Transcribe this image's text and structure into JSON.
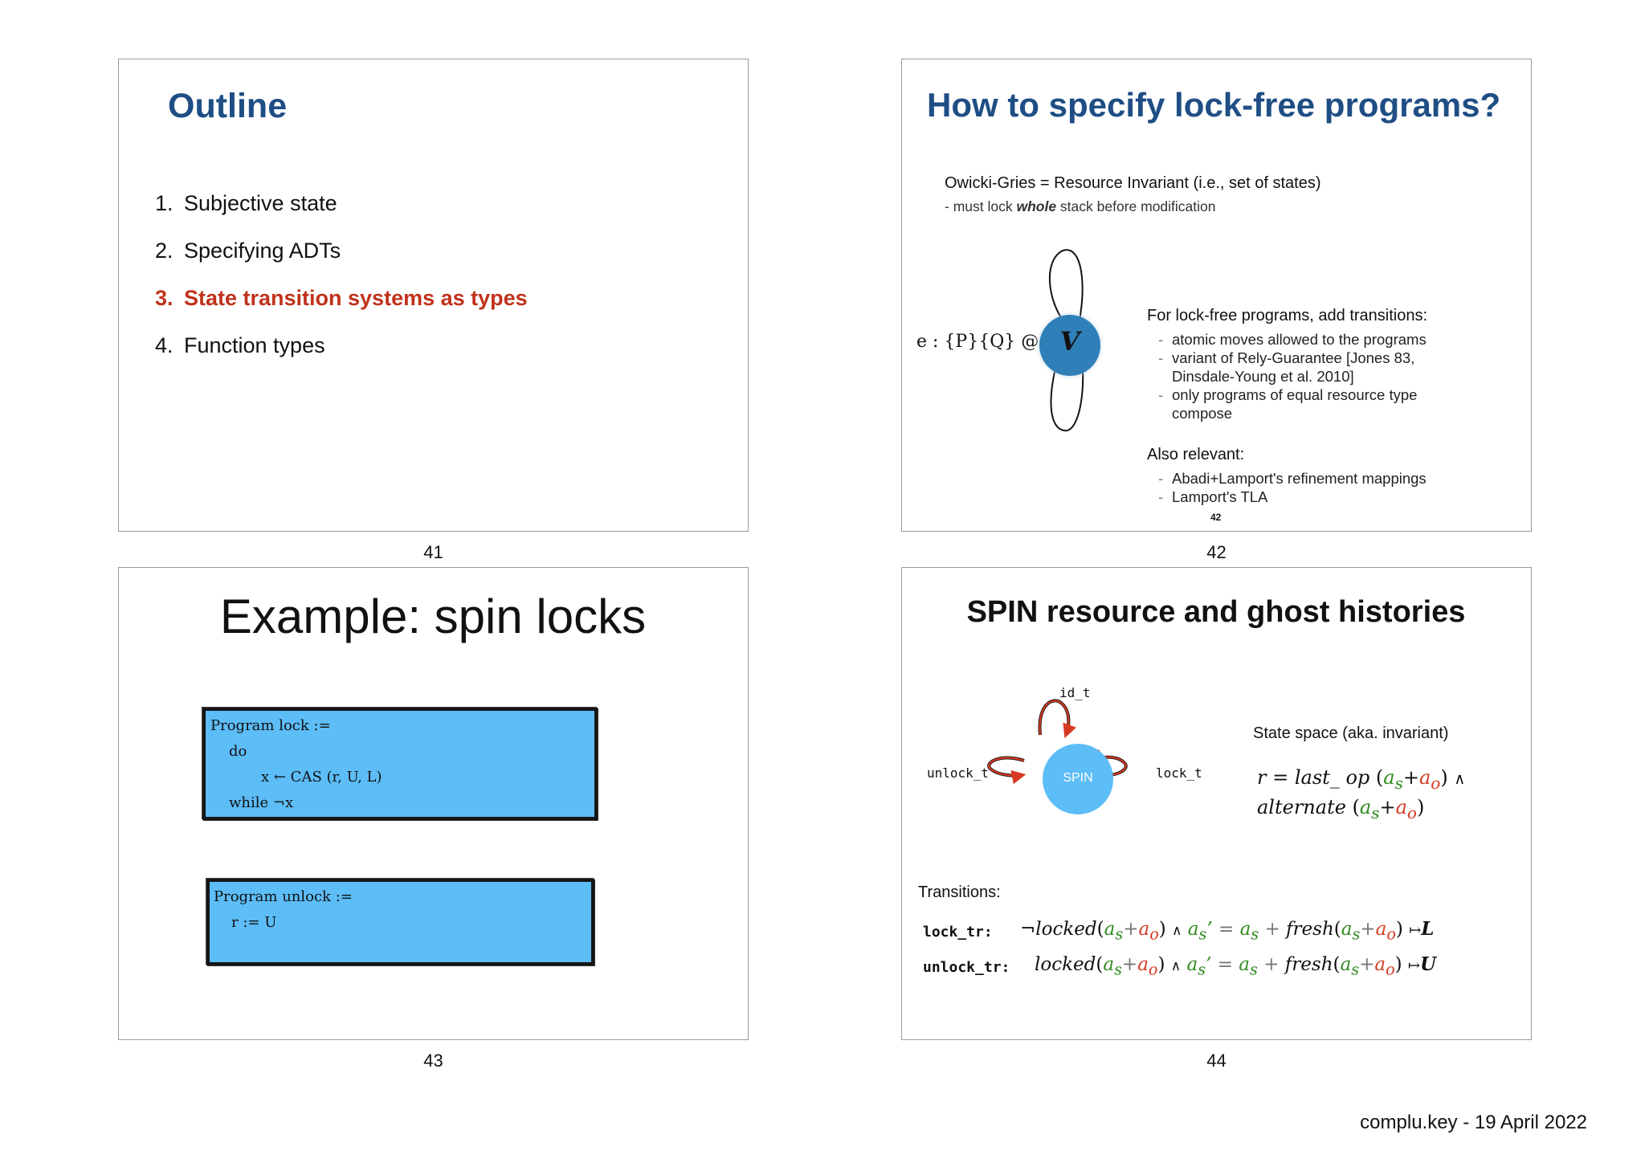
{
  "slides": {
    "s41": {
      "title": "Outline",
      "items": [
        {
          "n": "1.",
          "label": "Subjective state"
        },
        {
          "n": "2.",
          "label": "Specifying ADTs"
        },
        {
          "n": "3.",
          "label": "State transition systems as types"
        },
        {
          "n": "4.",
          "label": "Function types"
        }
      ],
      "page": "41"
    },
    "s42": {
      "title": "How to specify lock-free programs?",
      "og_line": "Owicki-Gries = Resource Invariant (i.e., set of states)",
      "og_sub_pre": "- must lock ",
      "og_sub_bold": "whole",
      "og_sub_post": " stack before modification",
      "judgement": "e : {P}{Q} @",
      "node_label": "V",
      "lf_heading": "For lock-free programs, add transitions:",
      "lf_bullets": [
        "atomic moves allowed to the programs",
        "variant of Rely-Guarantee [Jones 83,",
        "Dinsdale-Young et al. 2010]",
        "only programs of equal resource type",
        "compose"
      ],
      "also_heading": "Also relevant:",
      "also_bullets": [
        "Abadi+Lamport's refinement mappings",
        "Lamport's TLA"
      ],
      "inner_page": "42",
      "page": "42"
    },
    "s43": {
      "title": "Example: spin locks",
      "lock_code": [
        "Program lock :=",
        "do",
        "x ← CAS (r, U, L)",
        "while ¬x"
      ],
      "unlock_code": [
        "Program unlock :=",
        "r := U"
      ],
      "page": "43"
    },
    "s44": {
      "title": "SPIN resource and ghost histories",
      "id_t": "id_t",
      "unlock_t": "unlock_t",
      "lock_t": "lock_t",
      "node": "SPIN",
      "state_space": "State space (aka. invariant)",
      "inv_r": "r",
      "inv_eq": "=",
      "inv_last_op": "last_ op",
      "inv_and": "∧",
      "inv_alternate": "alternate",
      "as": "a",
      "as_sub": "s",
      "ao_sub": "o",
      "transitions_label": "Transitions:",
      "lock_tr": "lock_tr:",
      "unlock_tr": "unlock_tr:",
      "neg": "¬",
      "locked": "locked",
      "fresh": "fresh",
      "prime": "’",
      "plus": "+",
      "mapsto": "↦",
      "L": "L",
      "U": "U",
      "page": "44"
    }
  },
  "footer": "complu.key - 19 April 2022",
  "colors": {
    "title_blue": "#1f4e85",
    "active_red": "#c0321b",
    "node_blue": "#2f7fb8",
    "spin_blue": "#5cbdf7",
    "green": "#2f8a1f",
    "red": "#d63a22"
  }
}
